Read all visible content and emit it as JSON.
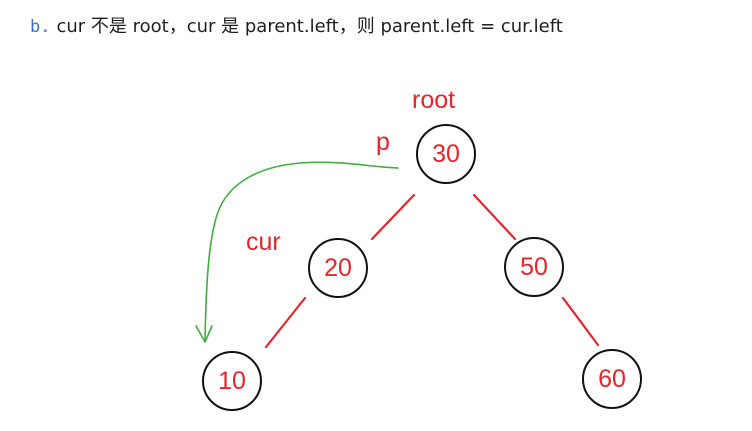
{
  "step": {
    "marker": "b.",
    "text": "cur 不是 root，cur 是 parent.left，则 parent.left = cur.left"
  },
  "tree": {
    "nodes": {
      "n30": "30",
      "n20": "20",
      "n50": "50",
      "n10": "10",
      "n60": "60"
    },
    "labels": {
      "root": "root",
      "p": "p",
      "cur": "cur"
    }
  },
  "colors": {
    "text": "#1f1f1f",
    "marker": "#3b6fd8",
    "annotation_red": "#e8242a",
    "arrow_green": "#3fae3f",
    "node_stroke": "#111111"
  }
}
